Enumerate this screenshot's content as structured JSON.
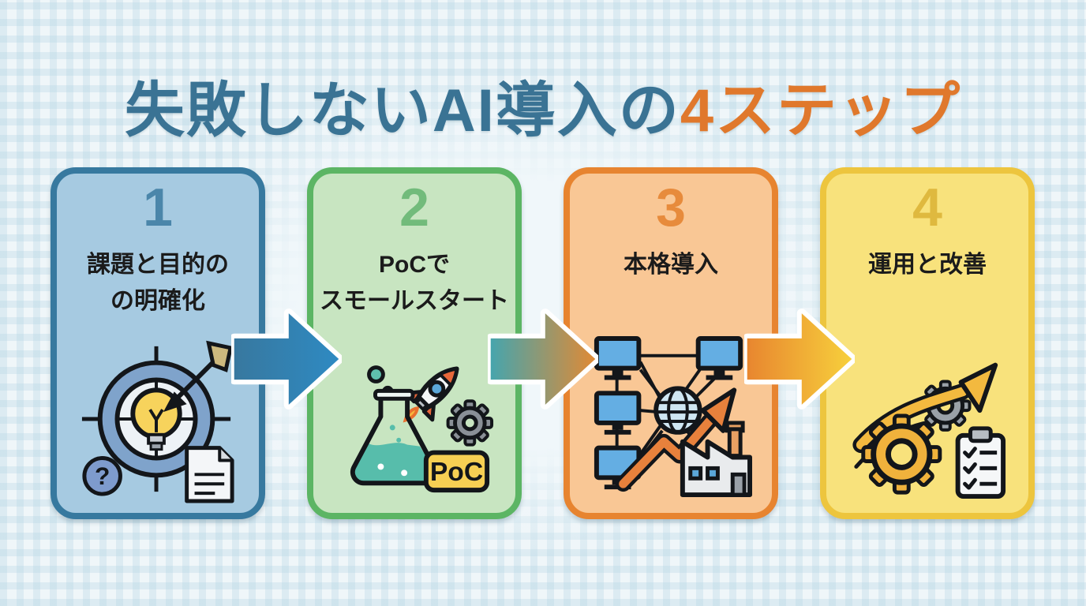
{
  "title": {
    "main": "失敗しないAI導入の",
    "highlight": "4ステップ",
    "main_color": "#3a7394",
    "highlight_color": "#e0782c"
  },
  "label_color": "#1b1b1b",
  "steps": [
    {
      "number": "1",
      "label_lines": [
        "課題と目的の",
        "の明確化"
      ],
      "icon": "target-lightbulb-icon",
      "icon_text": "?",
      "colors": {
        "bg": "#a6cae1",
        "border": "#37799f",
        "number": "#4b86aa"
      }
    },
    {
      "number": "2",
      "label_lines": [
        "PoCで",
        "スモールスタート"
      ],
      "icon": "rocket-flask-poc-icon",
      "badge": "PoC",
      "colors": {
        "bg": "#c8e5c1",
        "border": "#5cb564",
        "number": "#72bb7b"
      }
    },
    {
      "number": "3",
      "label_lines": [
        "本格導入"
      ],
      "icon": "network-deployment-icon",
      "colors": {
        "bg": "#f9c795",
        "border": "#e78430",
        "number": "#e78b3c"
      }
    },
    {
      "number": "4",
      "label_lines": [
        "運用と改善"
      ],
      "icon": "gears-improvement-icon",
      "colors": {
        "bg": "#f8e27c",
        "border": "#edc53e",
        "number": "#dfb93f"
      }
    }
  ],
  "arrows": [
    {
      "from": "#38789f",
      "to": "#2e8ac2"
    },
    {
      "from": "#46a5ad",
      "to": "#e08a35"
    },
    {
      "from": "#e8862f",
      "to": "#f7d03c"
    }
  ]
}
